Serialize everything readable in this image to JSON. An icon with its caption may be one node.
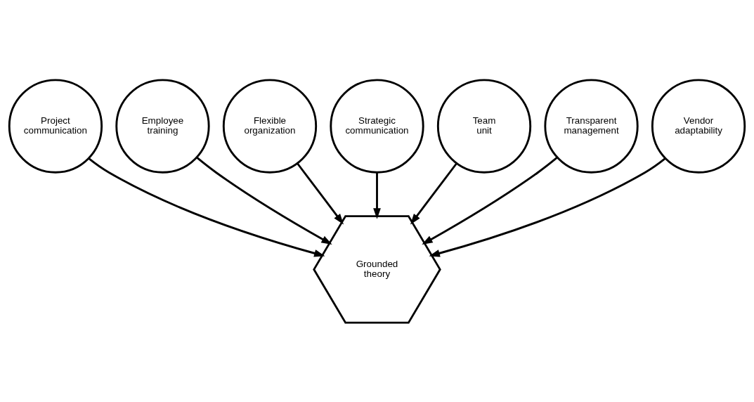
{
  "diagram": {
    "nodes": [
      {
        "text": [
          "Project communication"
        ]
      },
      {
        "text": [
          "Employee training"
        ]
      },
      {
        "text": [
          "Flexible organization"
        ]
      },
      {
        "text": [
          "Strategic communication"
        ]
      },
      {
        "text": [
          "Team unit"
        ]
      },
      {
        "text": [
          "Transparent management"
        ]
      },
      {
        "text": [
          "Vendor adaptability"
        ]
      },
      {
        "text": [
          "Grounded theory"
        ]
      }
    ],
    "edges": [
      {
        "from": 0,
        "to": 7,
        "arrow": "to"
      },
      {
        "from": 1,
        "to": 7,
        "arrow": "to"
      },
      {
        "from": 2,
        "to": 7,
        "arrow": "to"
      },
      {
        "from": 3,
        "to": 7,
        "arrow": "to"
      },
      {
        "from": 4,
        "to": 7,
        "arrow": "to"
      },
      {
        "from": 5,
        "to": 7,
        "arrow": "to"
      },
      {
        "from": 6,
        "to": 7,
        "arrow": "to"
      }
    ]
  }
}
